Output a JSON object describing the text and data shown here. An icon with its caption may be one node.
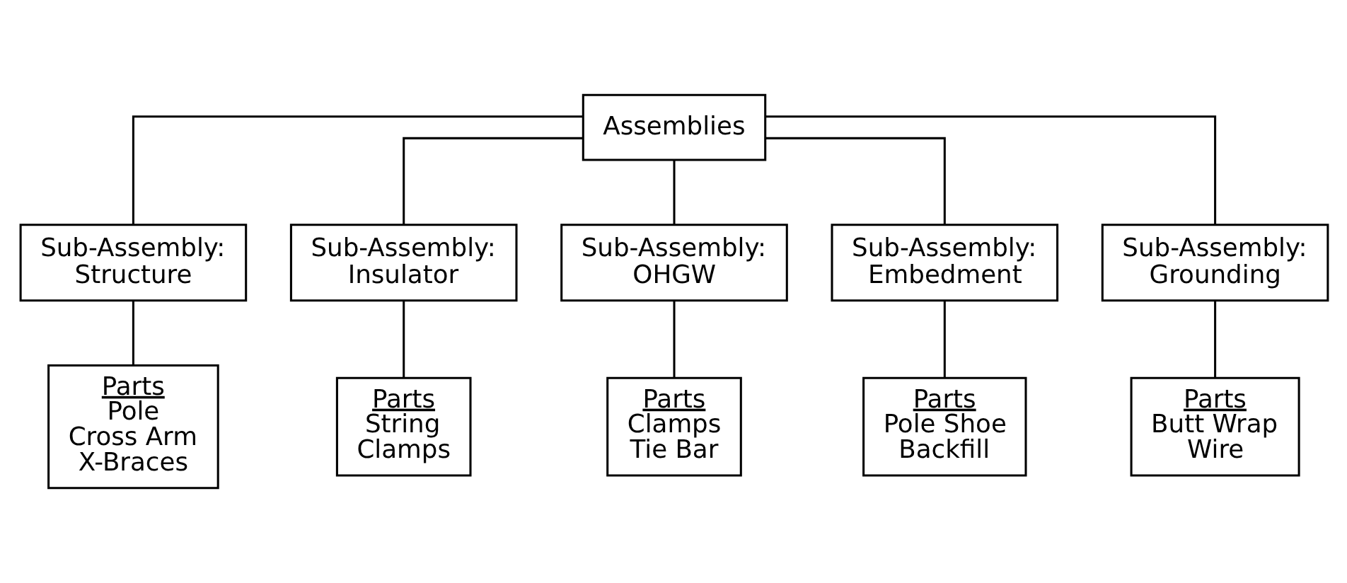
{
  "diagram": {
    "nodes": [
      {
        "text": [
          "Assemblies"
        ]
      },
      {
        "text": [
          "Sub-Assembly: Structure"
        ]
      },
      {
        "text": [
          "Sub-Assembly: Insulator"
        ]
      },
      {
        "text": [
          "Sub-Assembly: OHGW"
        ]
      },
      {
        "text": [
          "Sub-Assembly: Embedment"
        ]
      },
      {
        "text": [
          "Sub-Assembly: Grounding"
        ]
      },
      {
        "text": [
          "Parts",
          "Pole",
          "Cross Arm",
          "X-Braces"
        ]
      },
      {
        "text": [
          "Parts",
          "String",
          "Clamps"
        ]
      },
      {
        "text": [
          "Parts",
          "Clamps",
          "Tie Bar"
        ]
      },
      {
        "text": [
          "Parts",
          "Pole Shoe",
          "Backfill"
        ]
      },
      {
        "text": [
          "Parts",
          "Butt Wrap",
          "Wire"
        ]
      }
    ],
    "edges": [
      {
        "from": 0,
        "to": 1,
        "arrow": "none"
      },
      {
        "from": 0,
        "to": 2,
        "arrow": "none"
      },
      {
        "from": 0,
        "to": 3,
        "arrow": "none"
      },
      {
        "from": 0,
        "to": 4,
        "arrow": "none"
      },
      {
        "from": 0,
        "to": 5,
        "arrow": "none"
      },
      {
        "from": 1,
        "to": 6,
        "arrow": "none"
      },
      {
        "from": 2,
        "to": 7,
        "arrow": "none"
      },
      {
        "from": 3,
        "to": 8,
        "arrow": "none"
      },
      {
        "from": 4,
        "to": 9,
        "arrow": "none"
      },
      {
        "from": 5,
        "to": 10,
        "arrow": "none"
      }
    ]
  }
}
